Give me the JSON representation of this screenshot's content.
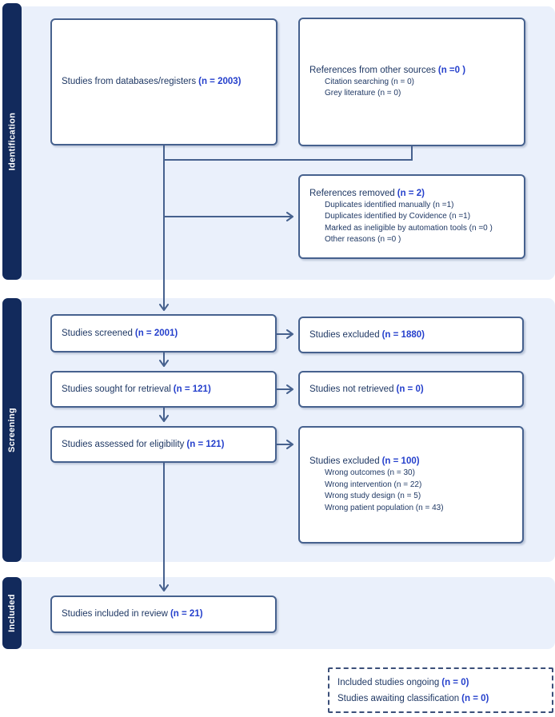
{
  "sidebar": {
    "identification": "Identification",
    "screening": "Screening",
    "included": "Included"
  },
  "boxes": {
    "databases": {
      "label": "Studies from databases/registers",
      "count": "(n = 2003)"
    },
    "other_sources": {
      "label": "References from other sources",
      "count": "(n =0 )",
      "items": [
        "Citation searching (n = 0)",
        "Grey literature (n = 0)"
      ]
    },
    "references_removed": {
      "label": "References removed",
      "count": "(n = 2)",
      "items": [
        "Duplicates identified manually (n =1)",
        "Duplicates identified by Covidence (n =1)",
        "Marked as ineligible by automation tools (n =0 )",
        "Other reasons (n =0 )"
      ]
    },
    "screened": {
      "label": "Studies screened",
      "count": "(n = 2001)"
    },
    "excluded_screening": {
      "label": "Studies excluded",
      "count": "(n = 1880)"
    },
    "sought": {
      "label": "Studies sought for retrieval",
      "count": "(n = 121)"
    },
    "not_retrieved": {
      "label": "Studies not retrieved",
      "count": "(n = 0)"
    },
    "assessed": {
      "label": "Studies assessed for eligibility",
      "count": "(n = 121)"
    },
    "excluded_eligibility": {
      "label": "Studies excluded",
      "count": "(n = 100)",
      "items": [
        "Wrong outcomes (n = 30)",
        "Wrong intervention (n = 22)",
        "Wrong study design (n = 5)",
        "Wrong patient population (n = 43)"
      ]
    },
    "included_review": {
      "label": "Studies included in review",
      "count": "(n = 21)"
    }
  },
  "footnote": {
    "lines": [
      {
        "label": "Included studies ongoing",
        "count": "(n = 0)"
      },
      {
        "label": "Studies awaiting classification",
        "count": "(n = 0)"
      }
    ]
  },
  "colors": {
    "sidebar_navy": "#122a5c",
    "panel_blue": "#eaf0fb",
    "box_border": "#46618e",
    "text_navy": "#1f3864",
    "count_blue": "#2540cc"
  }
}
